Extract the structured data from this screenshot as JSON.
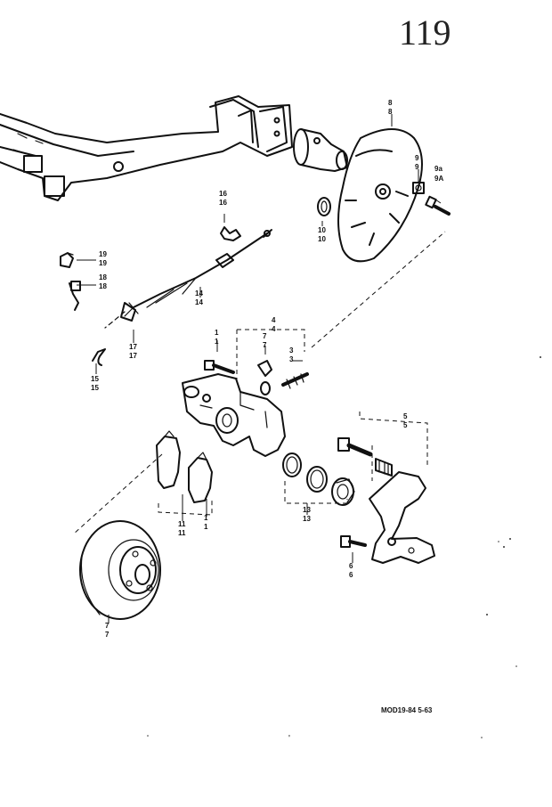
{
  "page_number": "119",
  "drawing_code": "MOD19-84 5-63",
  "footer_mark": "'",
  "callouts": [
    {
      "id": "c8",
      "top": "8",
      "bottom": "8"
    },
    {
      "id": "c9",
      "top": "9",
      "bottom": "9"
    },
    {
      "id": "c9a",
      "top": "9a",
      "bottom": "9A"
    },
    {
      "id": "c10",
      "top": "10",
      "bottom": "10"
    },
    {
      "id": "c16",
      "top": "16",
      "bottom": "16"
    },
    {
      "id": "c19",
      "top": "19",
      "bottom": "19"
    },
    {
      "id": "c18",
      "top": "18",
      "bottom": "18"
    },
    {
      "id": "c14",
      "top": "14",
      "bottom": "14"
    },
    {
      "id": "c17",
      "top": "17",
      "bottom": "17"
    },
    {
      "id": "c15",
      "top": "15",
      "bottom": "15"
    },
    {
      "id": "c4",
      "top": "4",
      "bottom": "4"
    },
    {
      "id": "c1a",
      "top": "1",
      "bottom": "1"
    },
    {
      "id": "c7",
      "top": "7",
      "bottom": "7"
    },
    {
      "id": "c3",
      "top": "3",
      "bottom": "3"
    },
    {
      "id": "c5",
      "top": "5",
      "bottom": "5"
    },
    {
      "id": "c11",
      "top": "11",
      "bottom": "11"
    },
    {
      "id": "c1b",
      "top": "1",
      "bottom": "1"
    },
    {
      "id": "c13",
      "top": "13",
      "bottom": "13"
    },
    {
      "id": "c6",
      "top": "6",
      "bottom": "6"
    },
    {
      "id": "c7b",
      "top": "7",
      "bottom": "7"
    }
  ]
}
